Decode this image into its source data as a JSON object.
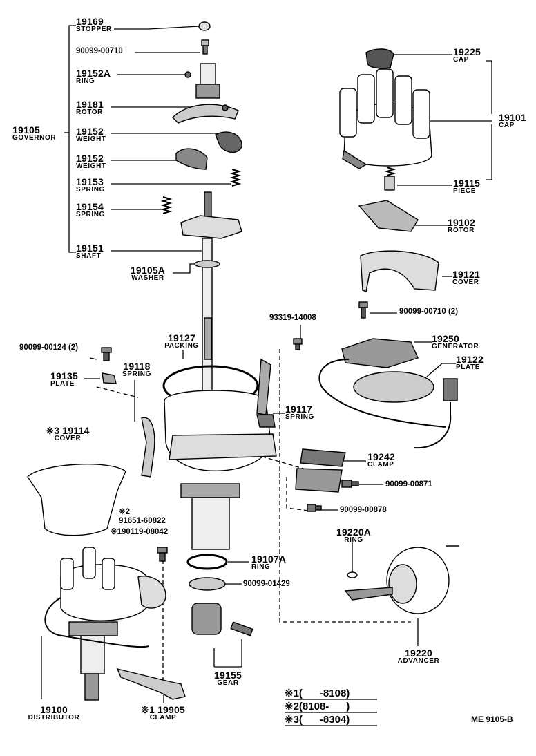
{
  "parts": [
    {
      "id": "p19169",
      "number": "19169",
      "name": "STOPPER"
    },
    {
      "id": "p90099_00710a",
      "number": "90099-00710",
      "name": ""
    },
    {
      "id": "p19152A",
      "number": "19152A",
      "name": "RING"
    },
    {
      "id": "p19181",
      "number": "19181",
      "name": "ROTOR"
    },
    {
      "id": "p19105",
      "number": "19105",
      "name": "GOVERNOR"
    },
    {
      "id": "p19152a",
      "number": "19152",
      "name": "WEIGHT"
    },
    {
      "id": "p19152b",
      "number": "19152",
      "name": "WEIGHT"
    },
    {
      "id": "p19153",
      "number": "19153",
      "name": "SPRING"
    },
    {
      "id": "p19154",
      "number": "19154",
      "name": "SPRING"
    },
    {
      "id": "p19151",
      "number": "19151",
      "name": "SHAFT"
    },
    {
      "id": "p19105A",
      "number": "19105A",
      "name": "WASHER"
    },
    {
      "id": "p19225",
      "number": "19225",
      "name": "CAP"
    },
    {
      "id": "p19101",
      "number": "19101",
      "name": "CAP"
    },
    {
      "id": "p19115",
      "number": "19115",
      "name": "PIECE"
    },
    {
      "id": "p19102",
      "number": "19102",
      "name": "ROTOR"
    },
    {
      "id": "p19121",
      "number": "19121",
      "name": "COVER"
    },
    {
      "id": "p90099_00710b",
      "number": "90099-00710 (2)",
      "name": ""
    },
    {
      "id": "p93319",
      "number": "93319-14008",
      "name": ""
    },
    {
      "id": "p19250",
      "number": "19250",
      "name": "GENERATOR"
    },
    {
      "id": "p19122",
      "number": "19122",
      "name": "PLATE"
    },
    {
      "id": "p19127",
      "number": "19127",
      "name": "PACKING"
    },
    {
      "id": "p90099_00124",
      "number": "90099-00124 (2)",
      "name": ""
    },
    {
      "id": "p19135",
      "number": "19135",
      "name": "PLATE"
    },
    {
      "id": "p19118",
      "number": "19118",
      "name": "SPRING"
    },
    {
      "id": "p19117",
      "number": "19117",
      "name": "SPRING"
    },
    {
      "id": "p19114",
      "number": "※3 19114",
      "name": "COVER"
    },
    {
      "id": "p19242",
      "number": "19242",
      "name": "CLAMP"
    },
    {
      "id": "p90099_00871",
      "number": "90099-00871",
      "name": ""
    },
    {
      "id": "p90099_00878",
      "number": "90099-00878",
      "name": ""
    },
    {
      "id": "p91651",
      "number": "※2\n91651-60822",
      "name": ""
    },
    {
      "id": "p190119",
      "number": "※190119-08042",
      "name": ""
    },
    {
      "id": "p19220A",
      "number": "19220A",
      "name": "RING"
    },
    {
      "id": "p19107A",
      "number": "19107A",
      "name": "RING"
    },
    {
      "id": "p90099_01429",
      "number": "90099-01429",
      "name": ""
    },
    {
      "id": "p19220",
      "number": "19220",
      "name": "ADVANCER"
    },
    {
      "id": "p19155",
      "number": "19155",
      "name": "GEAR"
    },
    {
      "id": "p19100",
      "number": "19100",
      "name": "DISTRIBUTOR"
    },
    {
      "id": "p19905",
      "number": "※1 19905",
      "name": "CLAMP"
    }
  ],
  "notes": [
    {
      "mark": "※1",
      "range": "(      -8108)"
    },
    {
      "mark": "※2",
      "range": "(8108-      )"
    },
    {
      "mark": "※3",
      "range": "(      -8304)"
    }
  ],
  "footer_code": "ME  9105-B"
}
